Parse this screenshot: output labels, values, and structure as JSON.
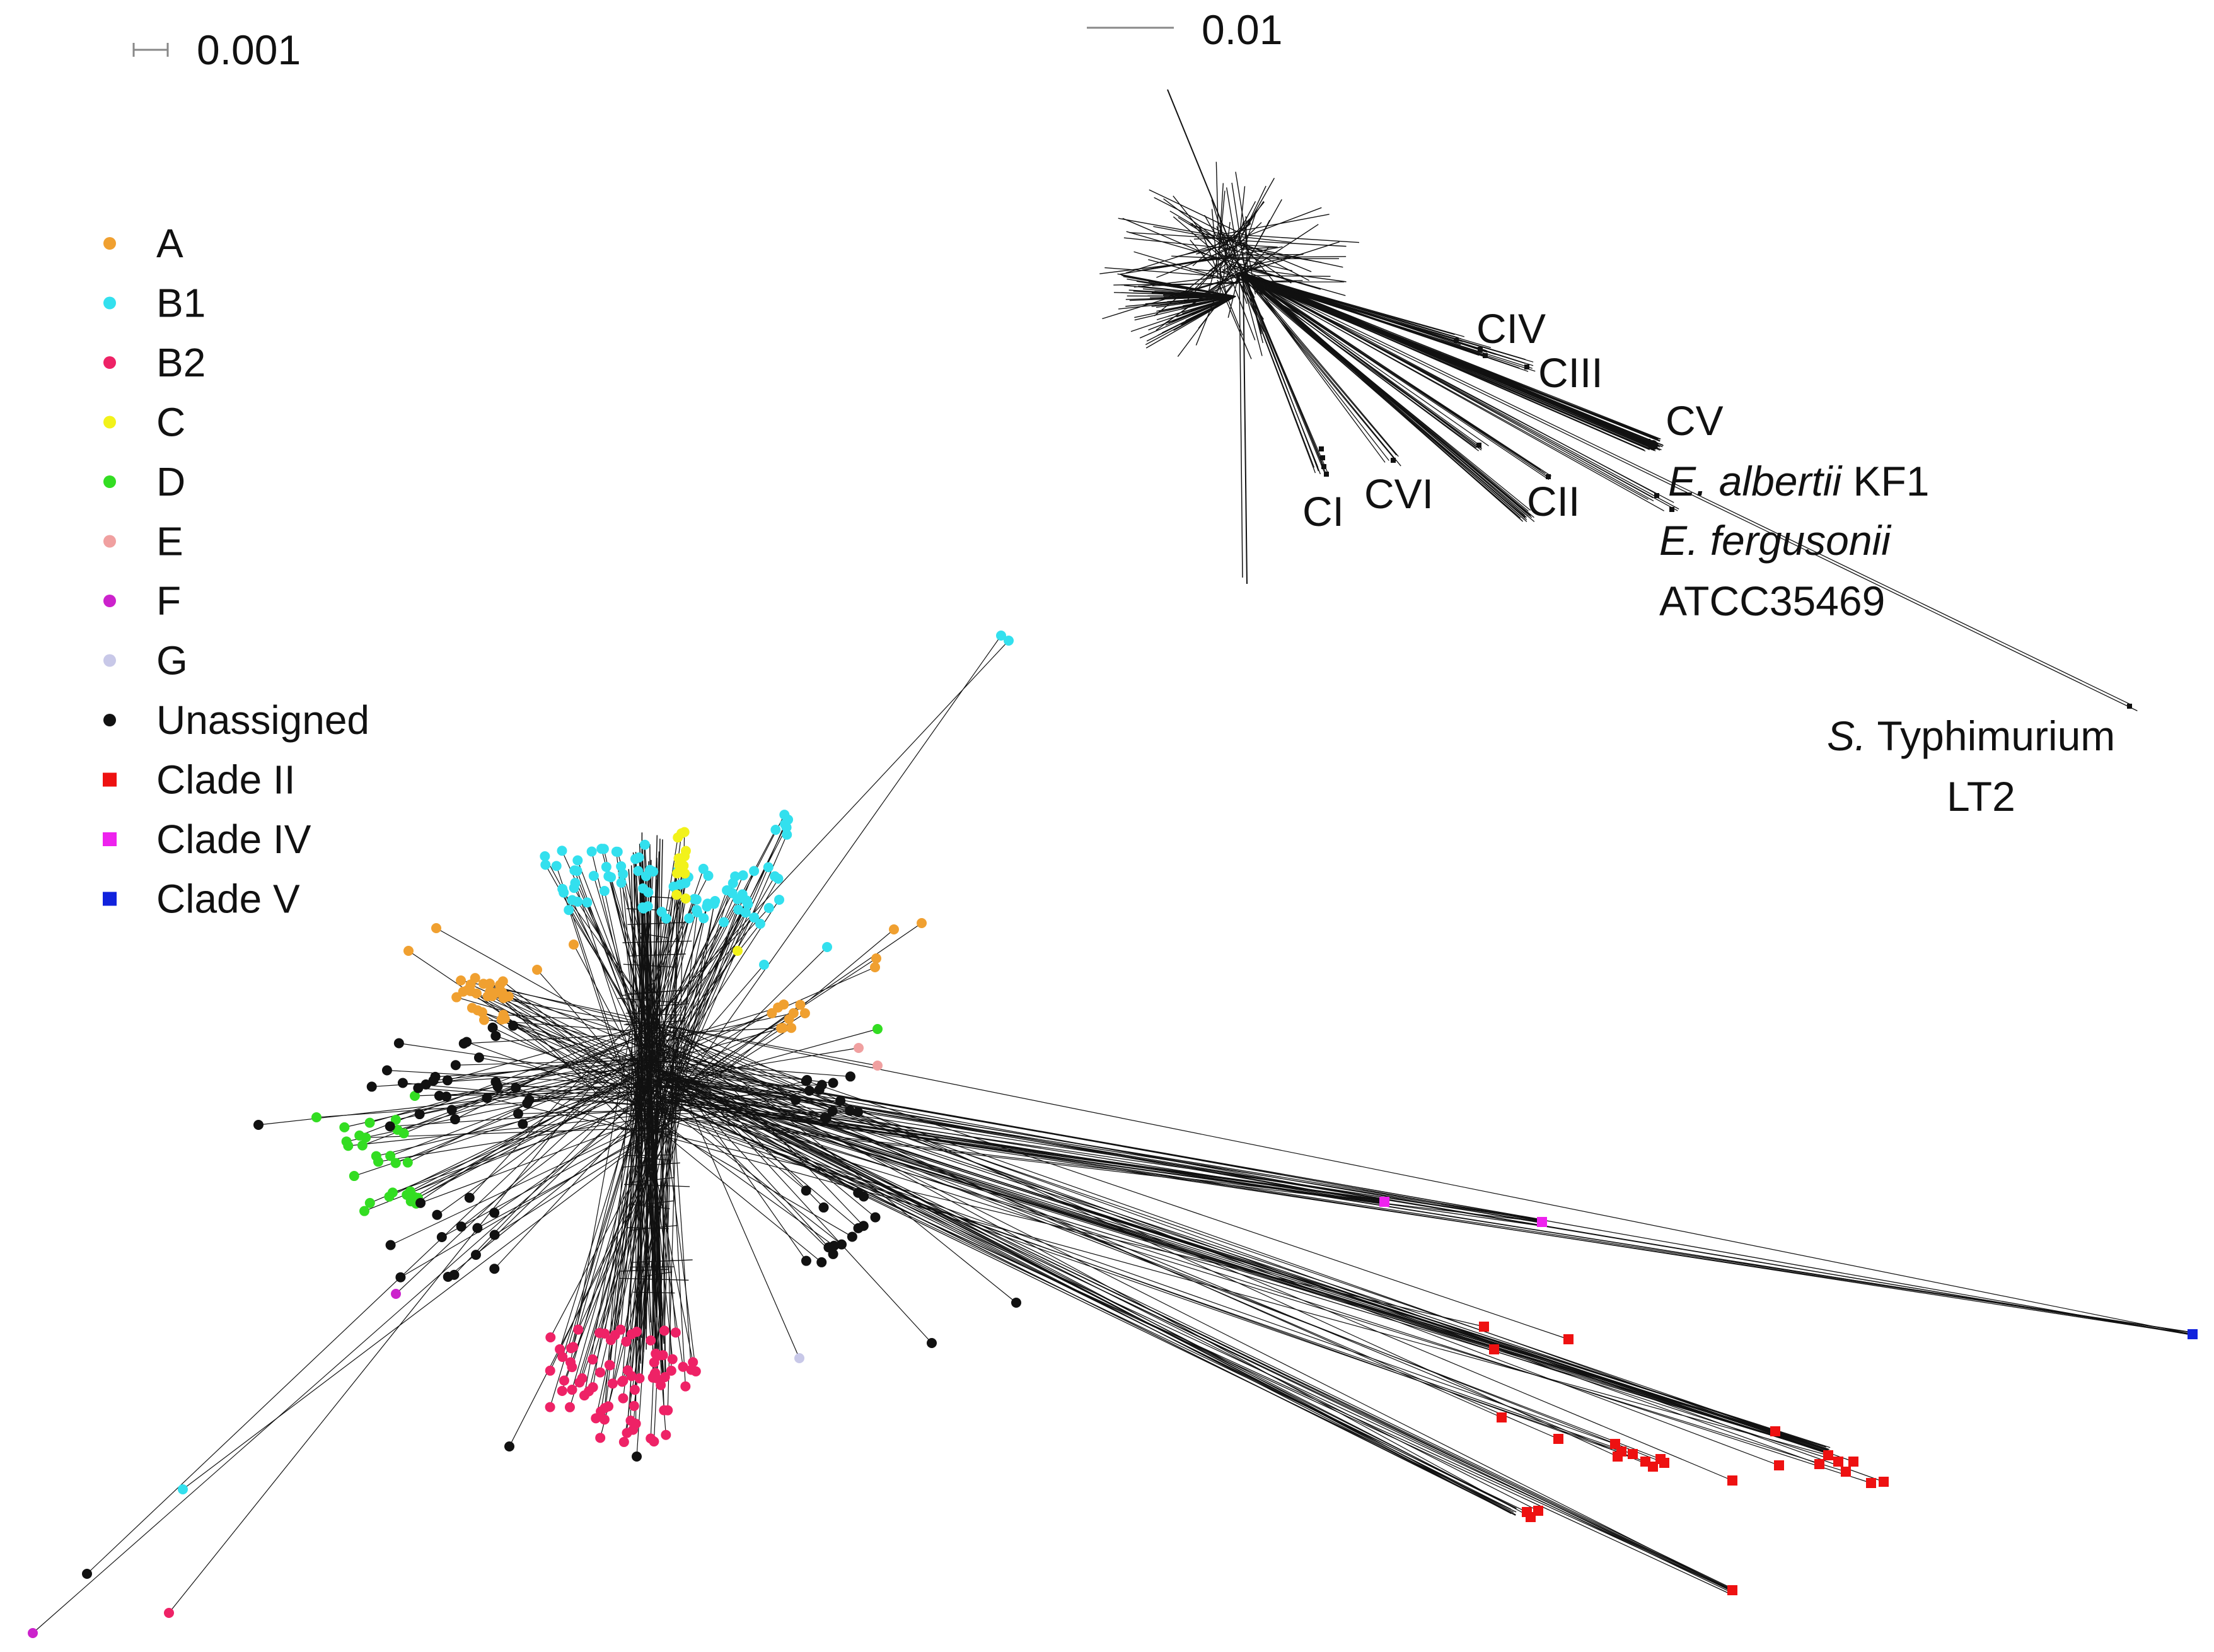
{
  "scale_bars": {
    "small": "0.001",
    "large": "0.01"
  },
  "legend": {
    "items": [
      {
        "label": "A",
        "color": "#f0a030",
        "shape": "circle"
      },
      {
        "label": "B1",
        "color": "#33e0ee",
        "shape": "circle"
      },
      {
        "label": "B2",
        "color": "#ee2266",
        "shape": "circle"
      },
      {
        "label": "C",
        "color": "#f2f21a",
        "shape": "circle"
      },
      {
        "label": "D",
        "color": "#33dd22",
        "shape": "circle"
      },
      {
        "label": "E",
        "color": "#f0a0a0",
        "shape": "circle"
      },
      {
        "label": "F",
        "color": "#cc22cc",
        "shape": "circle"
      },
      {
        "label": "G",
        "color": "#c8c8e8",
        "shape": "circle"
      },
      {
        "label": "Unassigned",
        "color": "#111111",
        "shape": "circle"
      },
      {
        "label": "Clade II",
        "color": "#ee1111",
        "shape": "square"
      },
      {
        "label": "Clade IV",
        "color": "#ee22ee",
        "shape": "square"
      },
      {
        "label": "Clade V",
        "color": "#1122dd",
        "shape": "square"
      }
    ]
  },
  "inset": {
    "clade_labels": {
      "civ": "CIV",
      "ciii": "CIII",
      "cv": "CV",
      "ci": "CI",
      "cvi": "CVI",
      "cii": "CII"
    },
    "albertii": {
      "italic": "E. albertii",
      "rest": " KF1"
    },
    "fergusonii": {
      "italic": "E. fergusonii",
      "line2": "ATCC35469"
    },
    "typhimurium": {
      "italic": "S.",
      "rest": " Typhimurium",
      "line2": "LT2"
    }
  }
}
